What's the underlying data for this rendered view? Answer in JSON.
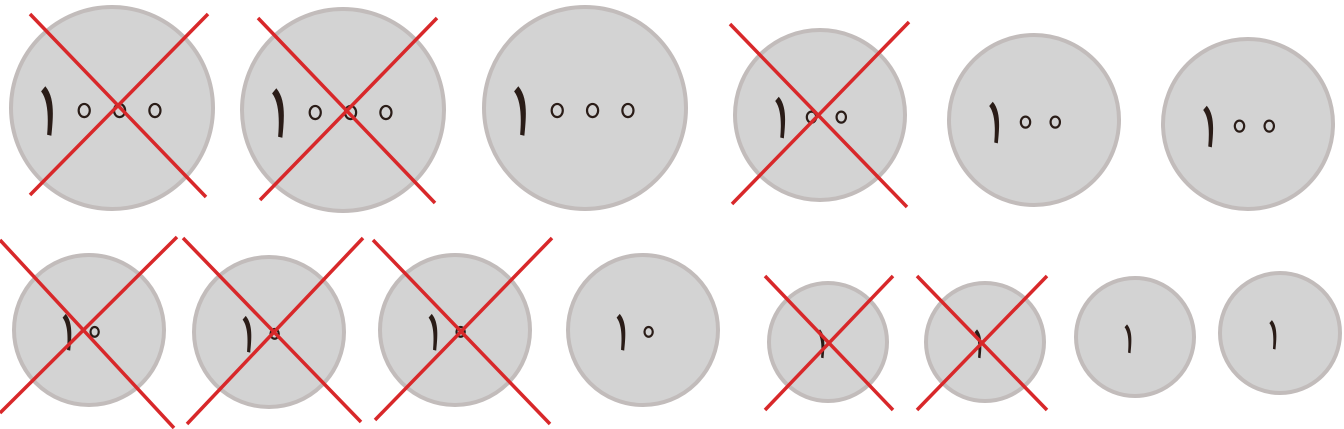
{
  "colors": {
    "coin_fill": "#d3d3d3",
    "coin_rim": "#c2bcbb",
    "numeral": "#2a1c17",
    "cross": "#d8282a",
    "background": "#ffffff"
  },
  "coins": [
    {
      "id": "coin-1000-a",
      "label": "١٠٠٠",
      "value": 1000,
      "crossed": true
    },
    {
      "id": "coin-1000-b",
      "label": "١٠٠٠",
      "value": 1000,
      "crossed": true
    },
    {
      "id": "coin-1000-c",
      "label": "١٠٠٠",
      "value": 1000,
      "crossed": false
    },
    {
      "id": "coin-100-a",
      "label": "١٠٠",
      "value": 100,
      "crossed": true
    },
    {
      "id": "coin-100-b",
      "label": "١٠٠",
      "value": 100,
      "crossed": false
    },
    {
      "id": "coin-100-c",
      "label": "١٠٠",
      "value": 100,
      "crossed": false
    },
    {
      "id": "coin-10-a",
      "label": "١٠",
      "value": 10,
      "crossed": true
    },
    {
      "id": "coin-10-b",
      "label": "١٠",
      "value": 10,
      "crossed": true
    },
    {
      "id": "coin-10-c",
      "label": "١٠",
      "value": 10,
      "crossed": true
    },
    {
      "id": "coin-10-d",
      "label": "١٠",
      "value": 10,
      "crossed": false
    },
    {
      "id": "coin-1-a",
      "label": "١",
      "value": 1,
      "crossed": true
    },
    {
      "id": "coin-1-b",
      "label": "١",
      "value": 1,
      "crossed": true
    },
    {
      "id": "coin-1-c",
      "label": "١",
      "value": 1,
      "crossed": false
    },
    {
      "id": "coin-1-d",
      "label": "١",
      "value": 1,
      "crossed": false
    }
  ]
}
